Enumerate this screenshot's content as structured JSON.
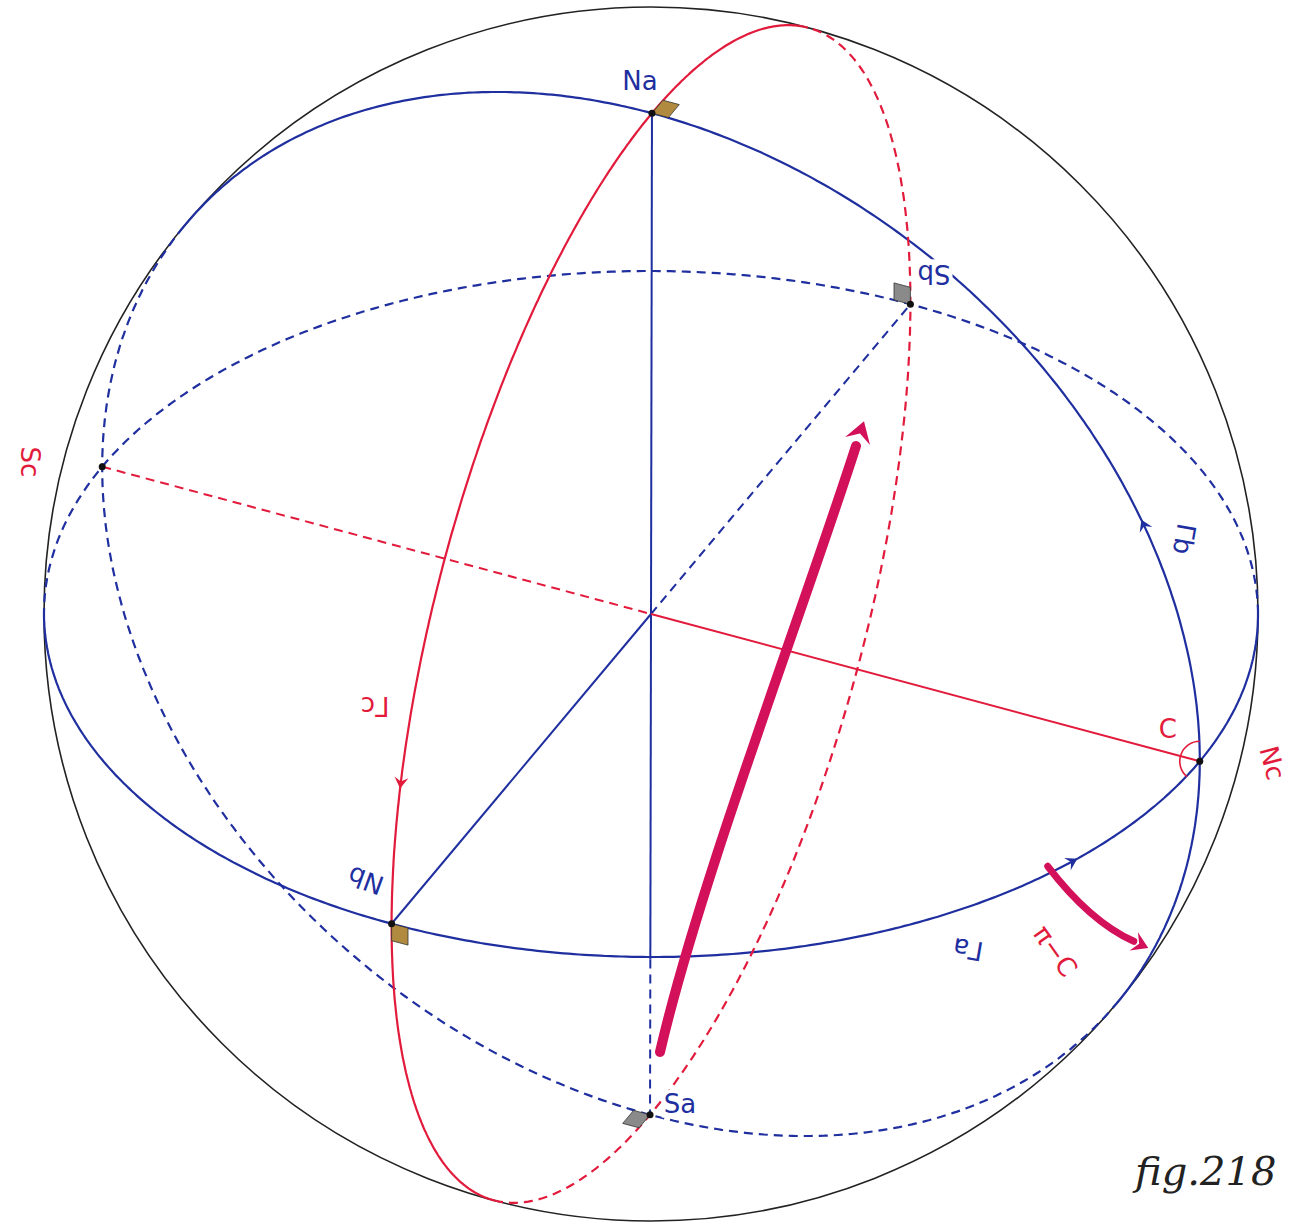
{
  "diagram": {
    "caption": "fig.218",
    "labels": [
      "Na",
      "Sb",
      "Sc",
      "Γc",
      "Γb",
      "C",
      "Nc",
      "Nb",
      "Γa",
      "π−C",
      "Sa"
    ]
  }
}
